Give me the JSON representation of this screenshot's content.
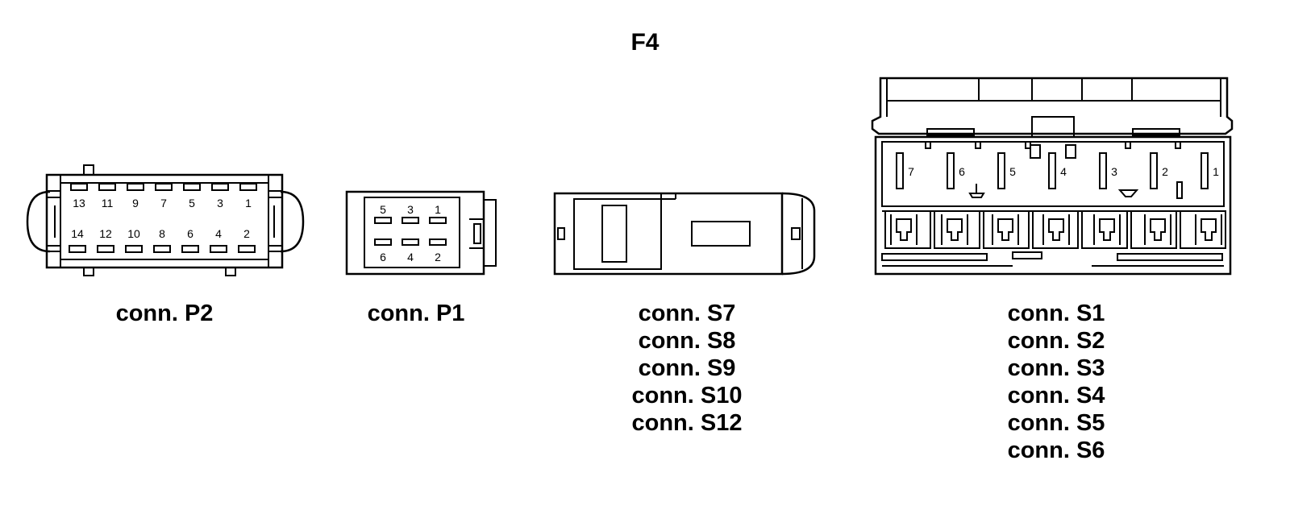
{
  "title": "F4",
  "connectors": {
    "p2": {
      "label": "conn. P2",
      "pins_top": [
        "13",
        "11",
        "9",
        "7",
        "5",
        "3",
        "1"
      ],
      "pins_bottom": [
        "14",
        "12",
        "10",
        "8",
        "6",
        "4",
        "2"
      ]
    },
    "p1": {
      "label": "conn. P1",
      "pins_top": [
        "5",
        "3",
        "1"
      ],
      "pins_bottom": [
        "6",
        "4",
        "2"
      ]
    },
    "s7_group": {
      "labels": [
        "conn. S7",
        "conn. S8",
        "conn. S9",
        "conn. S10",
        "conn. S12"
      ]
    },
    "s1_group": {
      "labels": [
        "conn. S1",
        "conn. S2",
        "conn. S3",
        "conn. S4",
        "conn. S5",
        "conn. S6"
      ],
      "pins": [
        "7",
        "6",
        "5",
        "4",
        "3",
        "2",
        "1"
      ]
    }
  }
}
